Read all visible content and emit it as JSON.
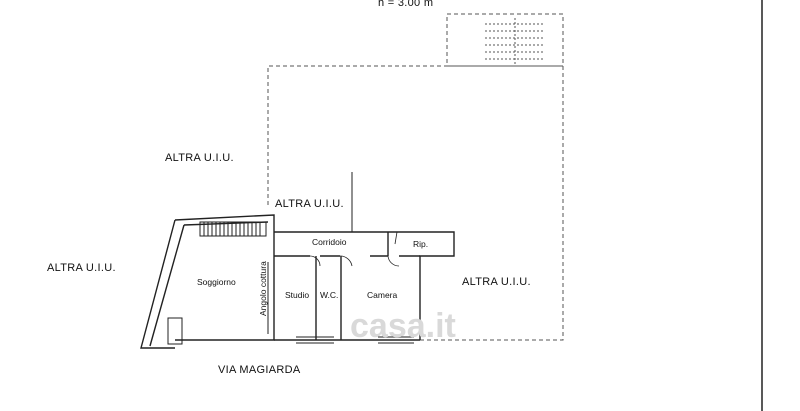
{
  "header": {
    "height_note": "h = 3.00 m"
  },
  "areas": {
    "altra_1": "ALTRA U.I.U.",
    "altra_2": "ALTRA U.I.U.",
    "altra_3": "ALTRA U.I.U.",
    "altra_4": "ALTRA U.I.U."
  },
  "rooms": {
    "soggiorno": "Soggiorno",
    "angolo_cottura": "Angolo cottura",
    "studio": "Studio",
    "wc": "W.C.",
    "camera": "Camera",
    "corridoio": "Corridoio",
    "rip": "Rip."
  },
  "street": "VIA MAGIARDA",
  "watermark": "casa.it",
  "colors": {
    "line": "#222222",
    "dashed": "#555555",
    "watermark": "#d9d9d9"
  }
}
